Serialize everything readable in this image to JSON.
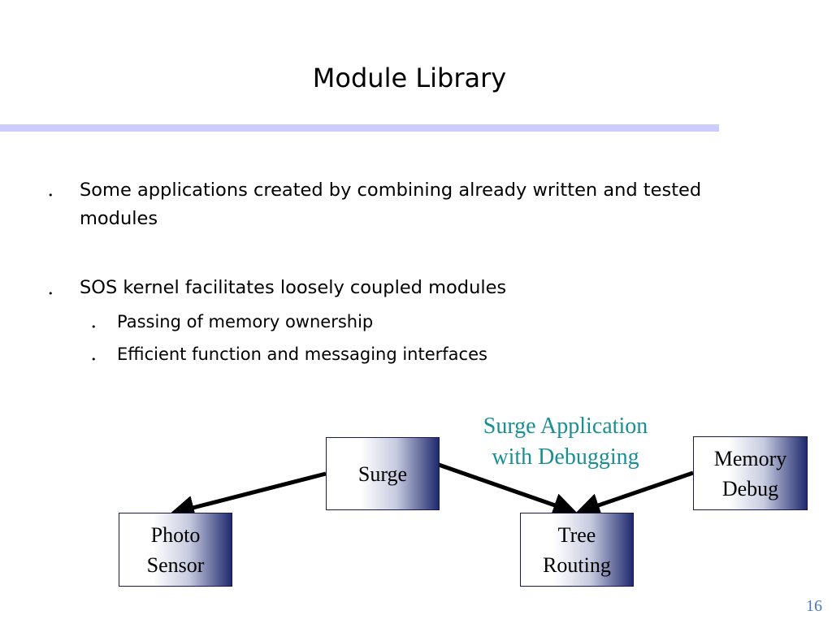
{
  "slide": {
    "title": "Module Library",
    "bullets": [
      {
        "text": "Some applications created by combining already written and tested modules",
        "sub": []
      },
      {
        "text": "SOS kernel facilitates loosely coupled modules",
        "sub": [
          "Passing of memory ownership",
          "Efficient function and messaging interfaces"
        ]
      }
    ],
    "bullet_glyph": "•",
    "page_number": "16"
  },
  "diagram": {
    "caption": "Surge Application\nwith Debugging",
    "caption_color": "#1a8f92",
    "modules": {
      "surge": "Surge",
      "memory_debug": "Memory\nDebug",
      "photo_sensor": "Photo\nSensor",
      "tree_routing": "Tree\nRouting"
    },
    "box_gradient_end_color": "#1f2a6e"
  }
}
